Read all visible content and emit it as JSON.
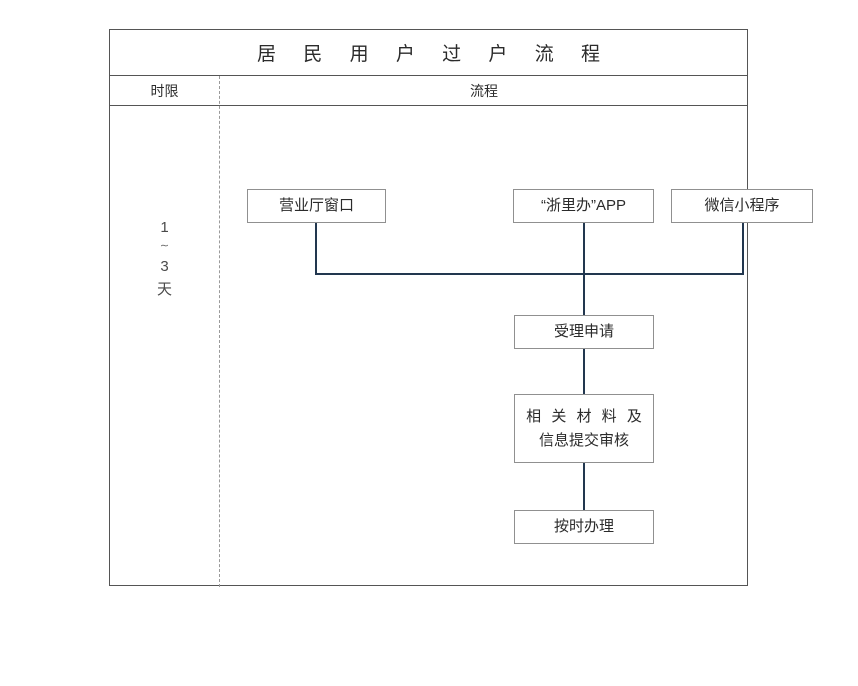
{
  "diagram": {
    "title": "居 民 用 户 过 户 流 程",
    "headers": {
      "deadline": "时限",
      "process": "流程"
    },
    "deadline": {
      "line1": "1",
      "tilde": "∼",
      "line2": "3",
      "line3": "天"
    },
    "nodes": {
      "hall": "营业厅窗口",
      "app": "“浙里办”APP",
      "wechat": "微信小程序",
      "accept": "受理申请",
      "review_line1": "相 关 材 料 及",
      "review_line2": "信息提交审核",
      "handle": "按时办理"
    },
    "colors": {
      "frame": "#555555",
      "node_border": "#909090",
      "connector": "#22374f",
      "divider": "#9a9a9a",
      "text": "#2b2b2b",
      "background": "#ffffff"
    }
  }
}
